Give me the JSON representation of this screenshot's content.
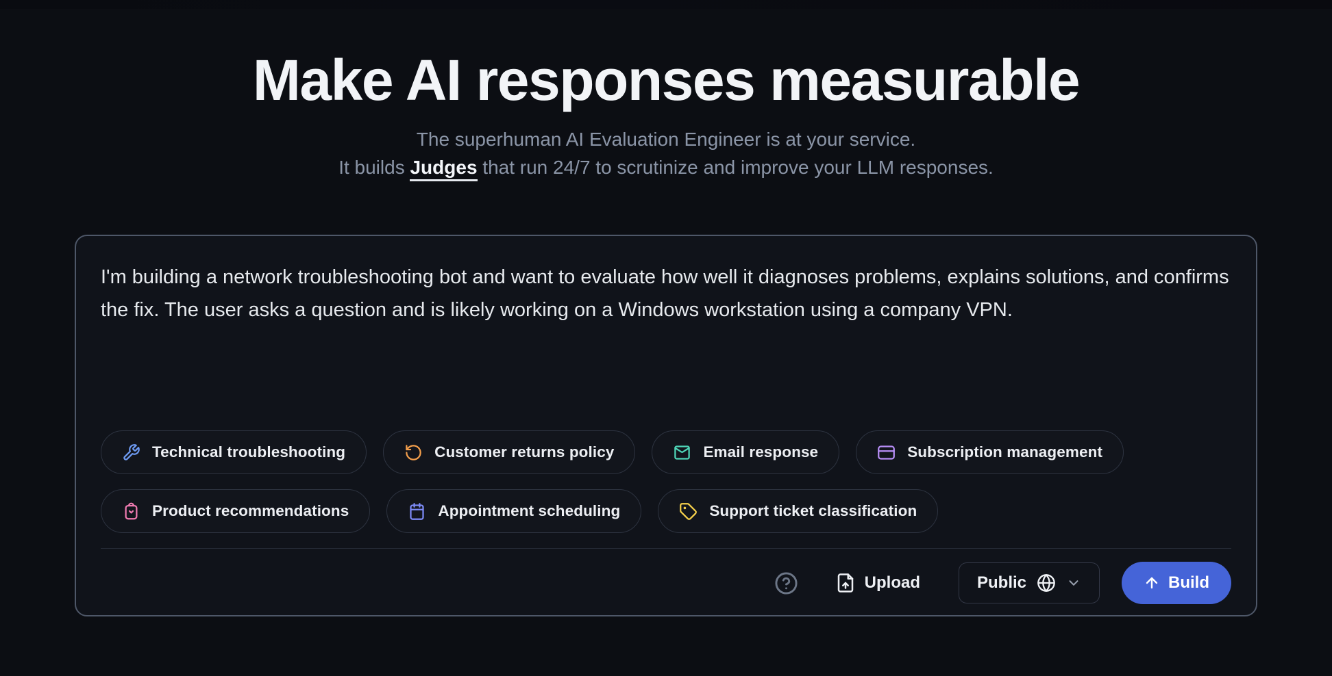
{
  "hero": {
    "title": "Make AI responses measurable",
    "subtitle_line1": "The superhuman AI Evaluation Engineer is at your service.",
    "subtitle_line2_prefix": "It builds ",
    "subtitle_keyword": "Judges",
    "subtitle_line2_suffix": " that run 24/7 to scrutinize and improve your LLM responses."
  },
  "prompt_card": {
    "input_value": "I'm building a network troubleshooting bot and want to evaluate how well it diagnoses problems, explains solutions, and confirms the fix. The user asks a question and is likely working on a Windows workstation using a company VPN.",
    "suggestions": [
      {
        "label": "Technical troubleshooting",
        "icon": "wrench-icon",
        "color": "#6e9bf4"
      },
      {
        "label": "Customer returns policy",
        "icon": "rotate-ccw-icon",
        "color": "#f49f4c"
      },
      {
        "label": "Email response",
        "icon": "mail-icon",
        "color": "#4fd6b8"
      },
      {
        "label": "Subscription management",
        "icon": "credit-card-icon",
        "color": "#b88ef7"
      },
      {
        "label": "Product recommendations",
        "icon": "shopping-bag-icon",
        "color": "#f07bb1"
      },
      {
        "label": "Appointment scheduling",
        "icon": "calendar-icon",
        "color": "#7d8bf7"
      },
      {
        "label": "Support ticket classification",
        "icon": "tag-icon",
        "color": "#f5d04b"
      }
    ],
    "footer": {
      "help_icon": "help-circle-icon",
      "upload_icon": "file-upload-icon",
      "upload_label": "Upload",
      "visibility_value": "Public",
      "visibility_icon": "globe-icon",
      "chevron_icon": "chevron-down-icon",
      "build_icon": "arrow-up-icon",
      "build_label": "Build",
      "build_color": "#4564d8"
    }
  }
}
